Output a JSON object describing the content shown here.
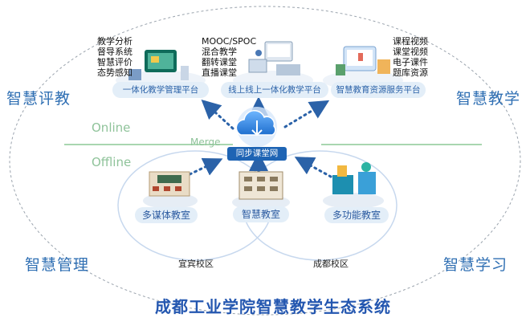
{
  "corners": {
    "top_left": "智慧评教",
    "top_right": "智慧教学",
    "bottom_left": "智慧管理",
    "bottom_right": "智慧学习"
  },
  "platforms": [
    {
      "label": "一体化教学管理平台",
      "features": [
        "教学分析",
        "督导系统",
        "智慧评价",
        "态势感知"
      ]
    },
    {
      "label": "线上线上一体化教学平台",
      "features": [
        "MOOC/SPOC",
        "混合教学",
        "翻转课堂",
        "直播课堂"
      ]
    },
    {
      "label": "智慧教育资源服务平台",
      "features": [
        "课程视频",
        "课堂视频",
        "电子课件",
        "题库资源"
      ]
    }
  ],
  "modes": {
    "online": "Online",
    "offline": "Offline",
    "merge": "Merge"
  },
  "hub": {
    "label": "同步课堂网"
  },
  "classrooms": [
    "多谋体教室",
    "智慧教室",
    "多功能教室"
  ],
  "campuses": [
    "宜宾校区",
    "成都校区"
  ],
  "title": "成都工业学院智慧教学生态系统"
}
